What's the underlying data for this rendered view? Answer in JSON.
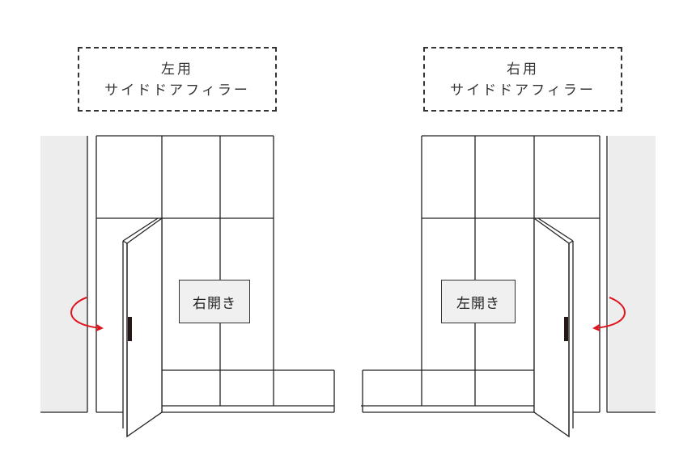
{
  "left_panel": {
    "title_line1": "左用",
    "title_line2": "サイドドアフィラー",
    "opening_label": "右開き"
  },
  "right_panel": {
    "title_line1": "右用",
    "title_line2": "サイドドアフィラー",
    "opening_label": "左開き"
  },
  "colors": {
    "line": "#222222",
    "wall_fill": "#ededed",
    "label_fill": "#f0f0f0",
    "arrow": "#e0141e",
    "handle": "#231815"
  }
}
